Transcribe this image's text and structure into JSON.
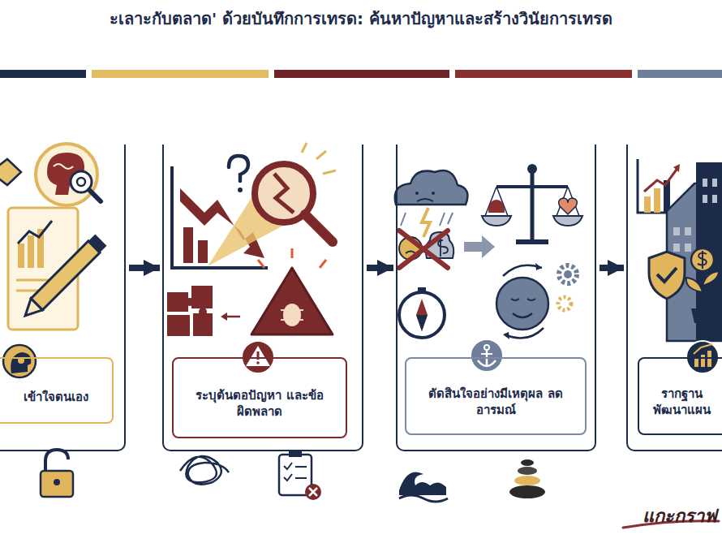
{
  "diagram": {
    "title": "ะเลาะกับตลาด' ด้วยบันทึกการเทรด: ค้นหาปัญหาและสร้างวินัยการเทรด",
    "nodes": [
      {
        "text": [
          "เข้าใจตนเอง"
        ]
      },
      {
        "text": [
          "ระบุต้นตอปัญหา และข้อผิดพลาด"
        ]
      },
      {
        "text": [
          "ตัดสินใจอย่างมีเหตุผล ลดอารมณ์"
        ]
      },
      {
        "text": [
          "รากฐาน พัฒนาแผน"
        ]
      }
    ],
    "edges": [
      {
        "from": 0,
        "to": 1,
        "arrow": "to"
      },
      {
        "from": 1,
        "to": 2,
        "arrow": "to"
      },
      {
        "from": 2,
        "to": 3,
        "arrow": "to"
      }
    ],
    "labels": [
      "แกะกราฟ"
    ]
  }
}
